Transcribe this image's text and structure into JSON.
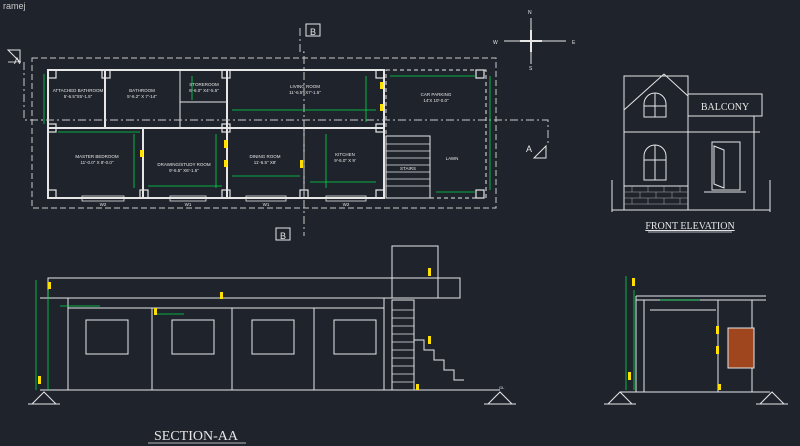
{
  "window": {
    "title": "ramej"
  },
  "labels": {
    "section_marker_a": "A",
    "section_marker_b": "B",
    "north": "N",
    "south": "S",
    "east": "E",
    "west": "W",
    "balcony": "BALCONY",
    "front_elevation": "FRONT ELEVATION",
    "section_aa": "SECTION-AA",
    "gl": "GL"
  },
  "rooms": [
    {
      "name": "ATTACHED BATHROOM",
      "size": "5'-6.5\"X5'-1.5\""
    },
    {
      "name": "BATHROOM",
      "size": "5'-6.2\" X 7'-14\""
    },
    {
      "name": "STOREROOM",
      "size": "6'-6.0\" X4'-5.5\""
    },
    {
      "name": "LIVING ROOM",
      "size": "11'-6.5\" X7'-1.5\""
    },
    {
      "name": "CAR PARKING",
      "size": "14'X 10'-0.0\""
    },
    {
      "name": "MASTER BEDROOM",
      "size": "11'-0.0\" X 8'-0.0\""
    },
    {
      "name": "DRAWING/STUDY ROOM",
      "size": "9'-6.5\" X6'-1.5\""
    },
    {
      "name": "DINING ROOM",
      "size": "11'-6.5\" X8'"
    },
    {
      "name": "KITCHEN",
      "size": "9'-6.0\" X 9'"
    },
    {
      "name": "STAIRS",
      "size": ""
    },
    {
      "name": "LAWN",
      "size": ""
    }
  ],
  "windows": [
    "W2",
    "W1",
    "W1",
    "W2"
  ],
  "colors": {
    "background": "#1f242c",
    "lines": "#e6e6e6",
    "dimension": "#00d84a",
    "marker": "#ffe000",
    "door": "#a0461e"
  }
}
